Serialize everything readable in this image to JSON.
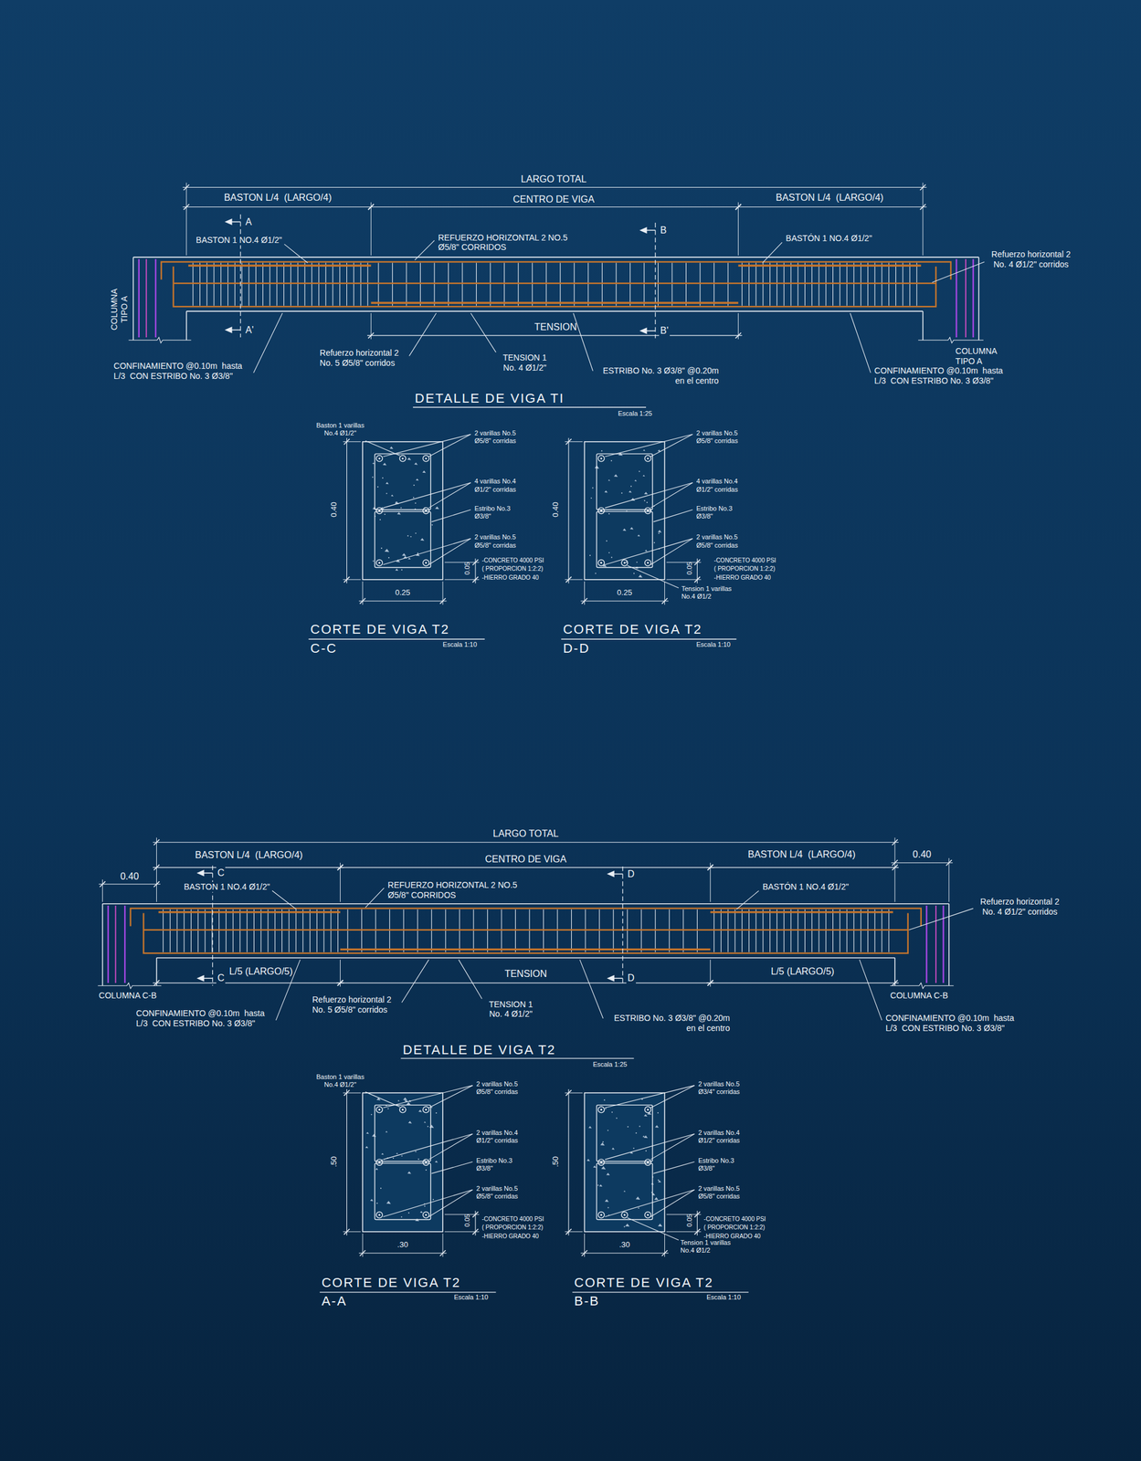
{
  "diagram": {
    "labels": [
      "LARGO TOTAL",
      "BASTON L/4  (LARGO/4)",
      "CENTRO DE VIGA",
      "BASTON L/4  (LARGO/4)",
      "A",
      "B",
      "BASTON 1 NO.4 Ø1/2\"",
      "REFUERZO HORIZONTAL 2 NO.5 Ø5/8\" CORRIDOS",
      "BASTÓN 1 NO.4 Ø1/2\"",
      "Refuerzo horizontal 2 No. 4 Ø1/2\" corridos",
      "COLUMNA TIPO A",
      "A'",
      "TENSION",
      "B'",
      "COLUMNA TIPO A",
      "CONFINAMIENTO @0.10m  hasta L/3  CON ESTRIBO No. 3 Ø3/8\"",
      "Refuerzo horizontal 2 No. 5 Ø5/8\" corridos",
      "TENSION 1 No. 4 Ø1/2\"",
      "ESTRIBO No. 3 Ø3/8\" @0.20m en el centro",
      "CONFINAMIENTO @0.10m  hasta L/3  CON ESTRIBO No. 3 Ø3/8\"",
      "DETALLE DE VIGA TI",
      "Escala 1:25",
      "Baston 1 varillas No.4 Ø1/2\"",
      "2 varillas No.5 Ø5/8\" corridas",
      "4 varillas No.4 Ø1/2\" corridas",
      "Estribo No.3 Ø3/8\"",
      "2 varillas No.5 Ø5/8\" corridas",
      "0.40",
      "0.05",
      "-CONCRETO 4000 PSI",
      "( PROPORCION 1:2:2)",
      "-HIERRO GRADO 40",
      "0.25",
      "CORTE DE VIGA T2",
      "C-C",
      "Escala 1:10",
      "2 varillas No.5 Ø5/8\" corridas",
      "4 varillas No.4 Ø1/2\" corridas",
      "Estribo No.3 Ø3/8\"",
      "2 varillas No.5 Ø5/8\" corridas",
      "0.40",
      "0.05",
      "-CONCRETO 4000 PSI",
      "( PROPORCION 1:2:2)",
      "-HIERRO GRADO 40",
      "Tension 1 varillas No.4 Ø1/2",
      "0.25",
      "CORTE DE VIGA T2",
      "D-D",
      "Escala 1:10",
      "LARGO TOTAL",
      "BASTON L/4  (LARGO/4)",
      "CENTRO DE VIGA",
      "BASTON L/4  (LARGO/4)",
      "0.40",
      "0.40",
      "C",
      "D",
      "BASTON 1 NO.4 Ø1/2\"",
      "REFUERZO HORIZONTAL 2 NO.5 Ø5/8\" CORRIDOS",
      "BASTÓN 1 NO.4 Ø1/2\"",
      "Refuerzo horizontal 2 No. 4 Ø1/2\" corridos",
      "C",
      "L/5 (LARGO/5)",
      "TENSION",
      "D",
      "L/5 (LARGO/5)",
      "COLUMNA C-B",
      "COLUMNA C-B",
      "CONFINAMIENTO @0.10m  hasta L/3  CON ESTRIBO No. 3 Ø3/8\"",
      "Refuerzo horizontal 2 No. 5 Ø5/8\" corridos",
      "TENSION 1 No. 4 Ø1/2\"",
      "ESTRIBO No. 3 Ø3/8\" @0.20m en el centro",
      "CONFINAMIENTO @0.10m  hasta L/3  CON ESTRIBO No. 3 Ø3/8\"",
      "DETALLE DE VIGA T2",
      "Escala 1:25",
      "Baston 1 varillas No.4 Ø1/2\"",
      "2 varillas No.5 Ø5/8\" corridas",
      "2 varillas No.4 Ø1/2\" corridas",
      "Estribo No.3 Ø3/8\"",
      "2 varillas No.5 Ø5/8\" corridas",
      ".50",
      "0.05",
      "-CONCRETO 4000 PSI",
      "( PROPORCION 1:2:2)",
      "-HIERRO GRADO 40",
      ".30",
      "CORTE DE VIGA T2",
      "A-A",
      "Escala 1:10",
      "2 varillas No.5 Ø3/4\" corridas",
      "2 varillas No.4 Ø1/2\" corridas",
      "Estribo No.3 Ø3/8\"",
      "2 varillas No.5 Ø5/8\" corridas",
      ".50",
      "0.05",
      "-CONCRETO 4000 PSI",
      "( PROPORCION 1:2:2)",
      "-HIERRO GRADO 40",
      "Tension 1 varillas No.4 Ø1/2",
      ".30",
      "CORTE DE VIGA T2",
      "B-B",
      "Escala 1:10"
    ]
  }
}
